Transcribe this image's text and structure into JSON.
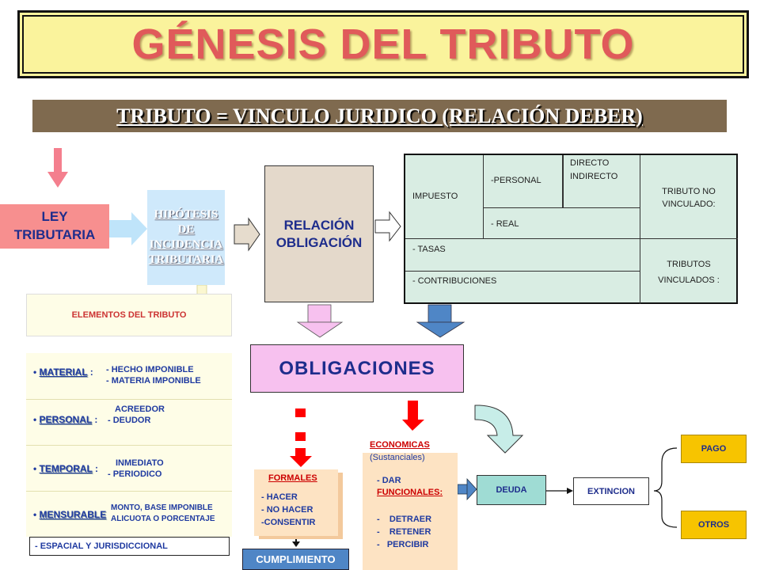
{
  "title": "GÉNESIS DEL TRIBUTO",
  "subtitle": "TRIBUTO = VINCULO JURIDICO (RELACIÓN DEBER)",
  "ley": [
    "LEY",
    "TRIBUTARIA"
  ],
  "hipotesis": [
    "HIPÓTESIS",
    "DE",
    "INCIDENCIA",
    "TRIBUTARIA"
  ],
  "relacion": [
    "RELACIÓN",
    "OBLIGACIÓN"
  ],
  "tabla": {
    "impuesto": "IMPUESTO",
    "personal": "-PERSONAL",
    "directo": "DIRECTO",
    "indirecto": "INDIRECTO",
    "real": "- REAL",
    "tasas": "- TASAS",
    "contribuciones": "- CONTRIBUCIONES",
    "no_vinculado": [
      "TRIBUTO NO",
      "VINCULADO:"
    ],
    "vinculados": [
      "TRIBUTOS",
      "VINCULADOS  :"
    ]
  },
  "elementos": "ELEMENTOS DEL TRIBUTO",
  "material": {
    "label": "MATERIAL",
    "values": [
      "- HECHO IMPONIBLE",
      "- MATERIA IMPONIBLE"
    ]
  },
  "personal": {
    "label": "PERSONAL",
    "values": [
      "ACREEDOR",
      "- DEUDOR"
    ]
  },
  "temporal": {
    "label": "TEMPORAL",
    "values": [
      "INMEDIATO",
      "- PERIODICO"
    ]
  },
  "mensurable": {
    "label": "MENSURABLE",
    "values": [
      "MONTO, BASE  IMPONIBLE",
      "ALICUOTA O    PORCENTAJE"
    ]
  },
  "espacial": "- ESPACIAL Y JURISDICCIONAL",
  "obligaciones": "OBLIGACIONES",
  "formales": {
    "title": "FORMALES",
    "items": [
      "- HACER",
      "- NO HACER",
      "-CONSENTIR"
    ]
  },
  "cumplimiento": "CUMPLIMIENTO",
  "economicas": {
    "title": "ECONOMICAS",
    "sub": "(Sustanciales)",
    "dar": "- DAR",
    "funcionales": "FUNCIONALES:",
    "items": [
      "DETRAER",
      "RETENER",
      "PERCIBIR"
    ]
  },
  "deuda": "DEUDA",
  "extincion": "EXTINCION",
  "pago": "PAGO",
  "otros": "OTROS",
  "colors": {
    "title": "#e05a5a",
    "navy": "#1e2d8c",
    "red_arrow": "#ff0000"
  }
}
